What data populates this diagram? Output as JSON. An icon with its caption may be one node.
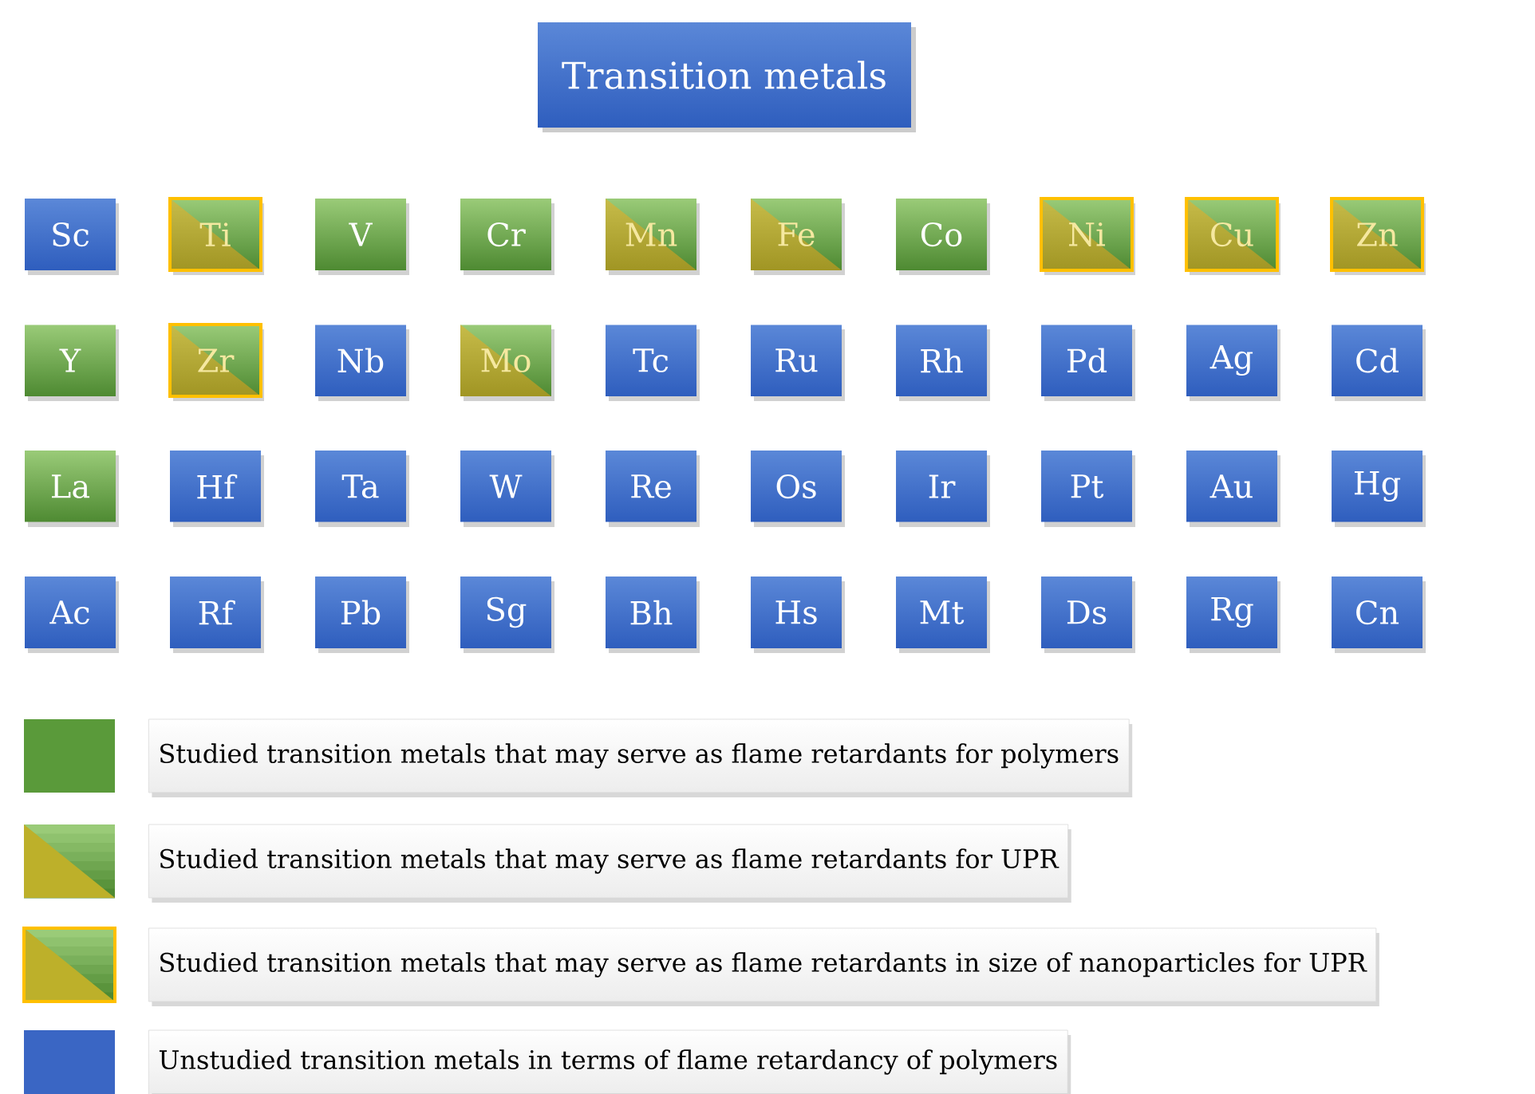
{
  "diagram": {
    "nodes": [
      {
        "text": [
          "Transition metals"
        ]
      },
      {
        "text": [
          "Sc"
        ]
      },
      {
        "text": [
          "Ti"
        ]
      },
      {
        "text": [
          "V"
        ]
      },
      {
        "text": [
          "Cr"
        ]
      },
      {
        "text": [
          "Mn"
        ]
      },
      {
        "text": [
          "Fe"
        ]
      },
      {
        "text": [
          "Co"
        ]
      },
      {
        "text": [
          "Ni"
        ]
      },
      {
        "text": [
          "Cu"
        ]
      },
      {
        "text": [
          "Zn"
        ]
      },
      {
        "text": [
          "Y"
        ]
      },
      {
        "text": [
          "Zr"
        ]
      },
      {
        "text": [
          "Nb"
        ]
      },
      {
        "text": [
          "Mo"
        ]
      },
      {
        "text": [
          "Tc"
        ]
      },
      {
        "text": [
          "Ru"
        ]
      },
      {
        "text": [
          "Rh"
        ]
      },
      {
        "text": [
          "Pd"
        ]
      },
      {
        "text": [
          "Ag"
        ]
      },
      {
        "text": [
          "Cd"
        ]
      },
      {
        "text": [
          "La"
        ]
      },
      {
        "text": [
          "Hf"
        ]
      },
      {
        "text": [
          "Ta"
        ]
      },
      {
        "text": [
          "W"
        ]
      },
      {
        "text": [
          "Re"
        ]
      },
      {
        "text": [
          "Os"
        ]
      },
      {
        "text": [
          "Ir"
        ]
      },
      {
        "text": [
          "Pt"
        ]
      },
      {
        "text": [
          "Au"
        ]
      },
      {
        "text": [
          "Hg"
        ]
      },
      {
        "text": [
          "Ac"
        ]
      },
      {
        "text": [
          "Rf"
        ]
      },
      {
        "text": [
          "Pb"
        ]
      },
      {
        "text": [
          "Sg"
        ]
      },
      {
        "text": [
          "Bh"
        ]
      },
      {
        "text": [
          "Hs"
        ]
      },
      {
        "text": [
          "Mt"
        ]
      },
      {
        "text": [
          "Ds"
        ]
      },
      {
        "text": [
          "Rg"
        ]
      },
      {
        "text": [
          "Cn"
        ]
      }
    ],
    "legend": [
      {
        "text": "Studied transition metals that may serve as flame retardants for polymers",
        "color": "#5a9a3a"
      },
      {
        "text": "Studied transition metals that may serve as flame retardants for UPR"
      },
      {
        "text": "Studied transition metals that may serve as flame retardants in size of nanoparticles for UPR"
      },
      {
        "text": "Unstudied transition metals in terms of flame retardancy of polymers",
        "color": "#3a66c4"
      }
    ]
  }
}
